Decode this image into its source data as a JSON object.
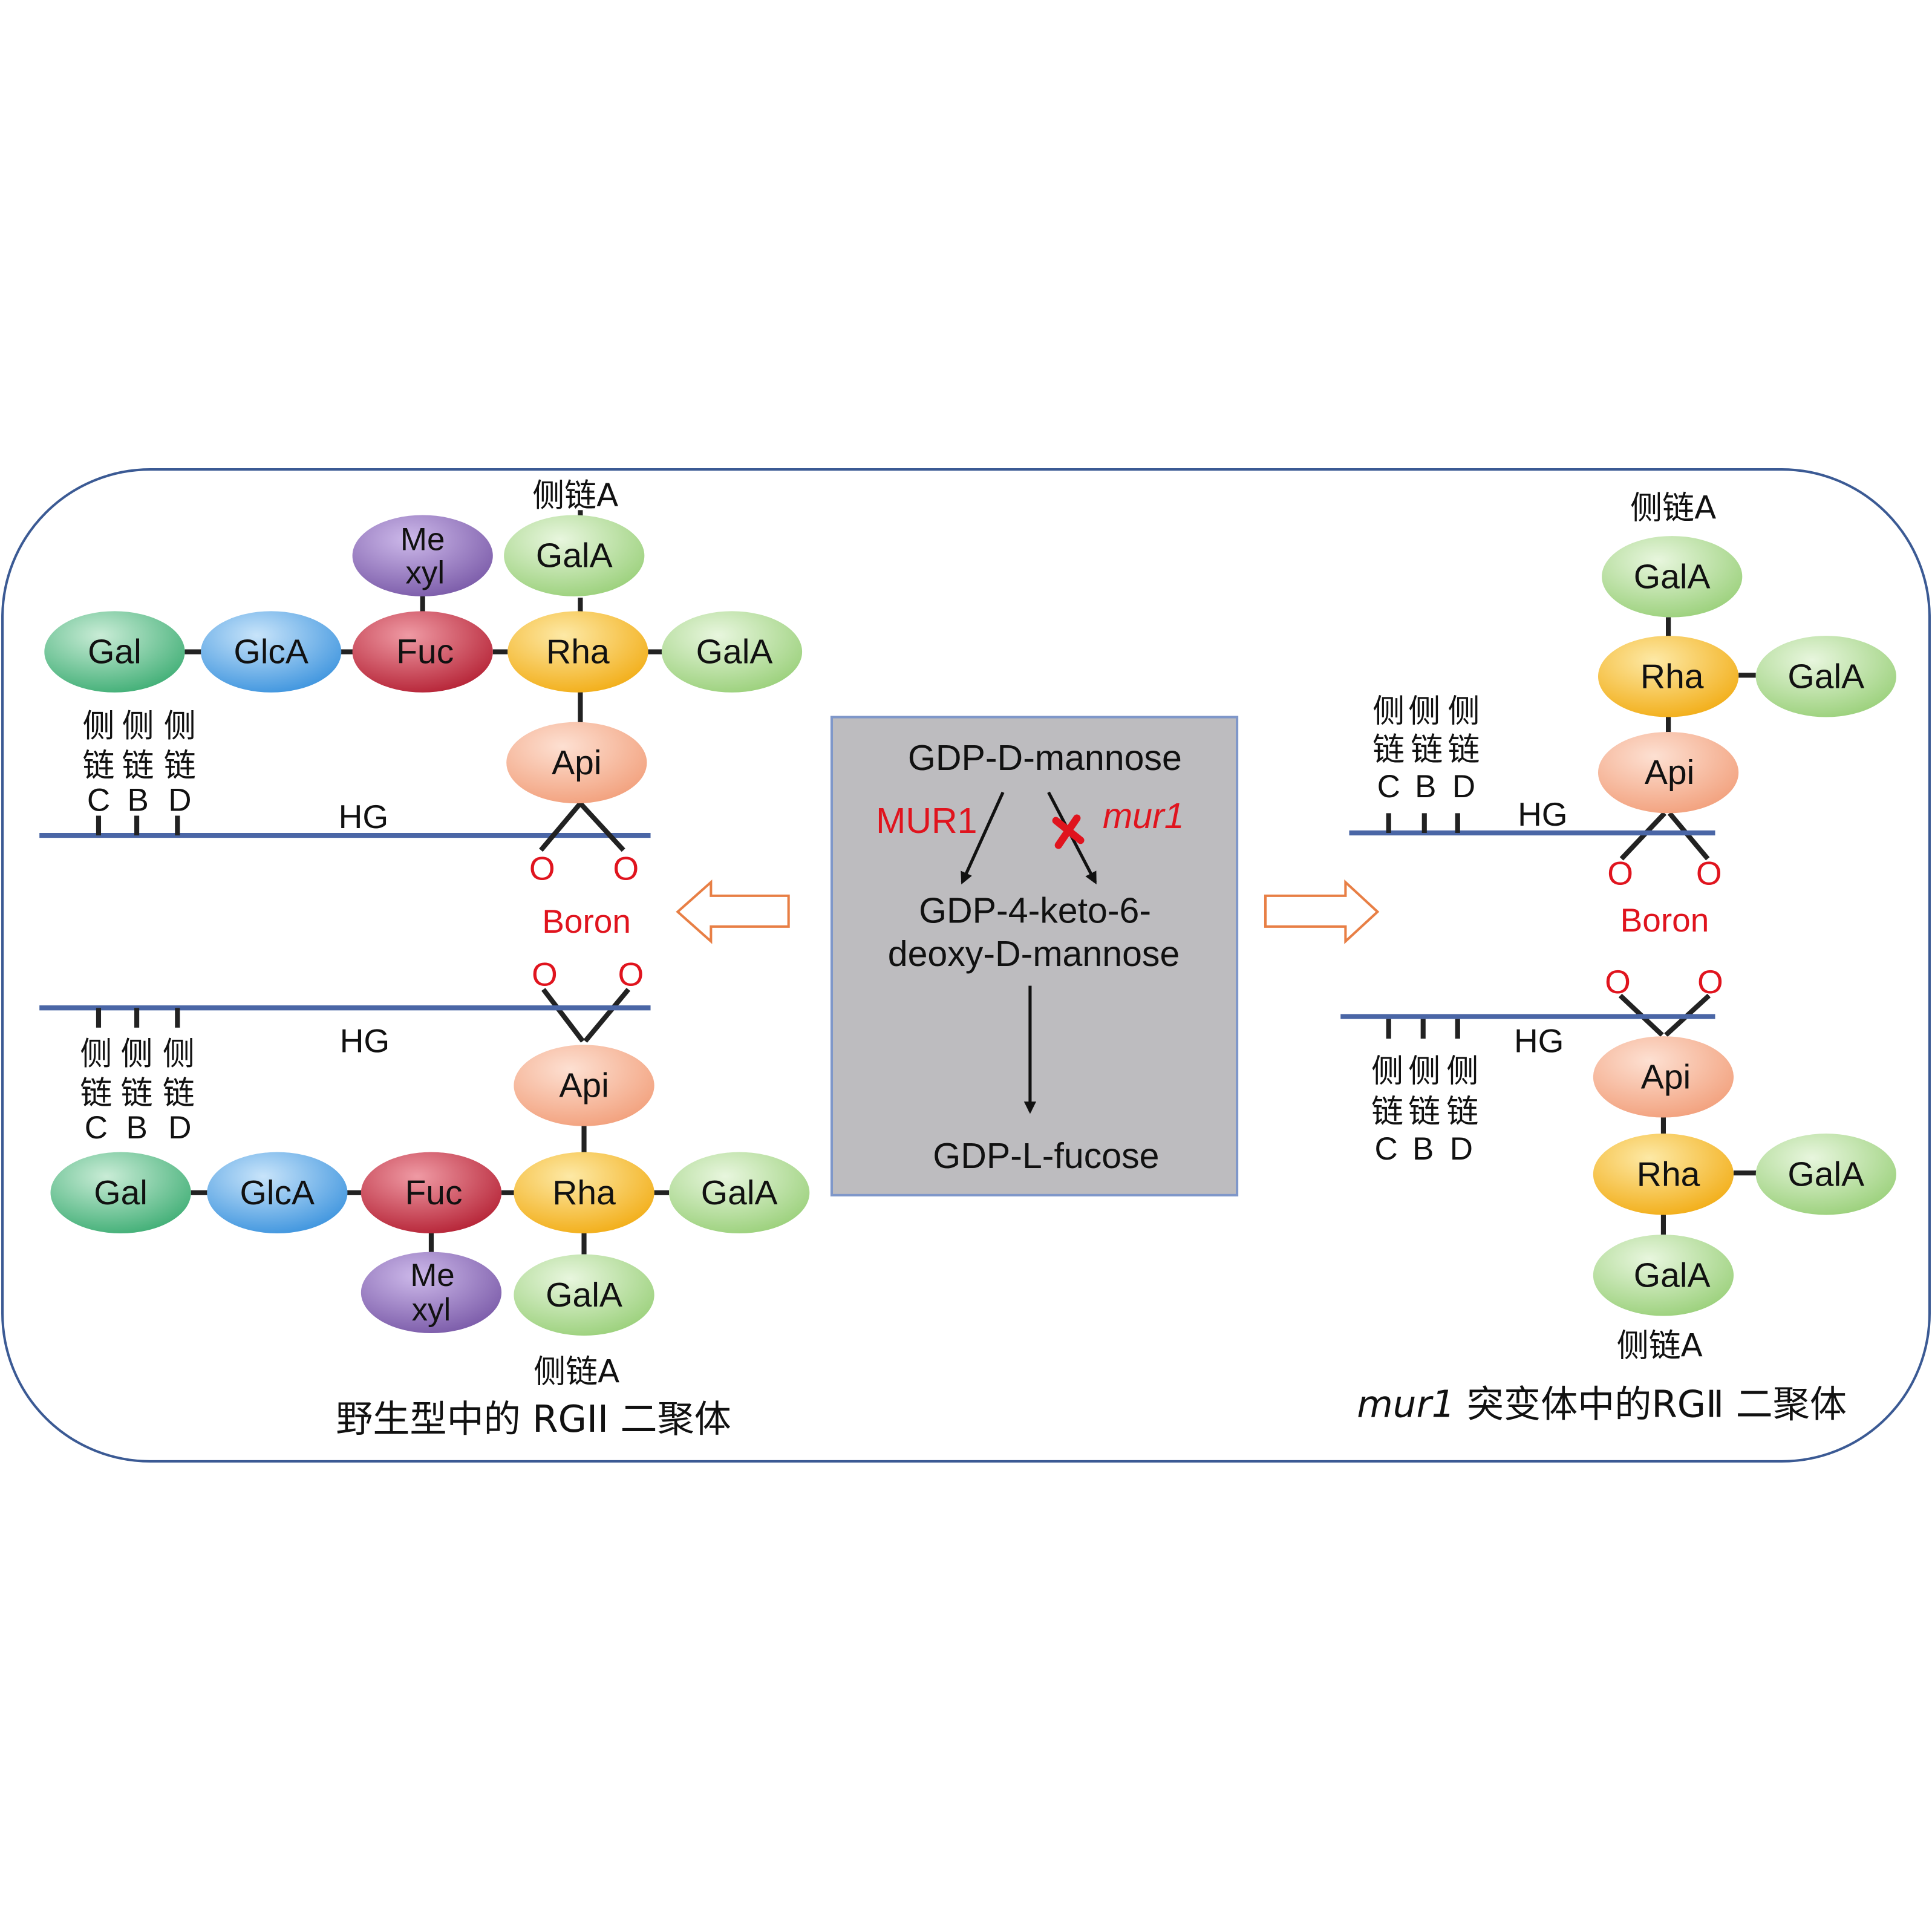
{
  "colors": {
    "frame": "#3b5a94",
    "panel_fill": "#bdbcbf",
    "panel_border": "#7f97c9",
    "red": "#e0141e",
    "open_arrow": "#e87f45",
    "gal": "#3fae75",
    "glca": "#3d94de",
    "fuc": "#b52235",
    "rha": "#f2ad16",
    "gala": "#9ad07a",
    "api": "#f2a07c",
    "mexyl": "#7a5aa8"
  },
  "sugars": {
    "gal": "Gal",
    "glca": "GlcA",
    "fuc": "Fuc",
    "rha": "Rha",
    "gala": "GalA",
    "api": "Api",
    "mexyl_top": "Me",
    "mexyl_bottom": "xyl"
  },
  "labels": {
    "side_chain_a": "侧链A",
    "side_chain_prefix_1": "侧",
    "side_chain_prefix_2": "链",
    "chain_c": "C",
    "chain_b": "B",
    "chain_d": "D",
    "hg": "HG",
    "boron": "Boron",
    "oxygen": "O"
  },
  "pathway": {
    "substrate": "GDP-D-mannose",
    "enzyme": "MUR1",
    "mutant": "mur1",
    "intermediate_line1": "GDP-4-keto-6-",
    "intermediate_line2": "deoxy-D-mannose",
    "product": "GDP-L-fucose"
  },
  "captions": {
    "wild_type": "野生型中的 RGII 二聚体",
    "mutant_italic": "mur1",
    "mutant_rest": " 突变体中的RGⅡ 二聚体"
  }
}
